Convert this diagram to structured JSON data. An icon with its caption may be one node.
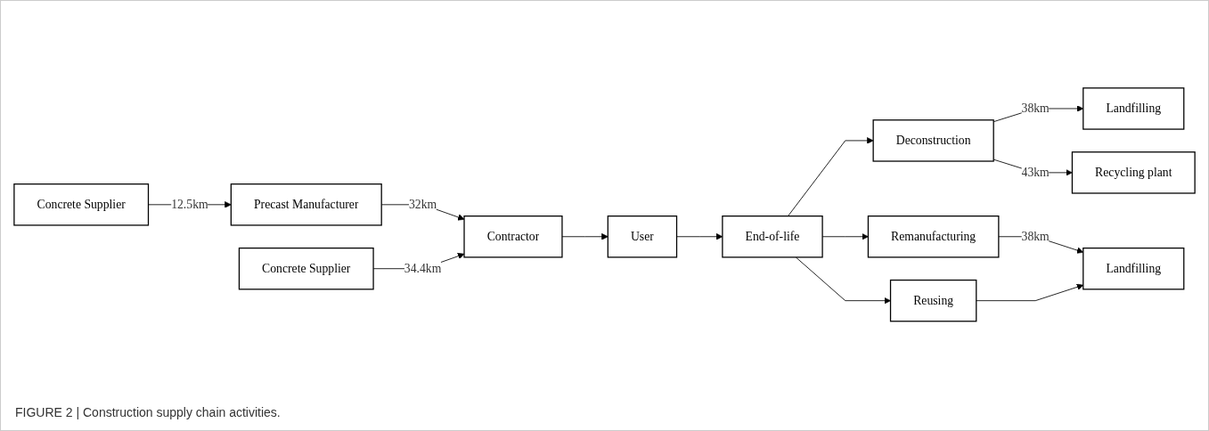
{
  "diagram": {
    "caption": "FIGURE 2 | Construction supply chain activities.",
    "nodes": [
      {
        "text": [
          "Concrete Supplier"
        ]
      },
      {
        "text": [
          "Precast Manufacturer"
        ]
      },
      {
        "text": [
          "Contractor"
        ]
      },
      {
        "text": [
          "Concrete Supplier"
        ]
      },
      {
        "text": [
          "User"
        ]
      },
      {
        "text": [
          "End-of-life"
        ]
      },
      {
        "text": [
          "Deconstruction"
        ]
      },
      {
        "text": [
          "Landfilling"
        ]
      },
      {
        "text": [
          "Recycling plant"
        ]
      },
      {
        "text": [
          "Remanufacturing"
        ]
      },
      {
        "text": [
          "Reusing"
        ]
      },
      {
        "text": [
          "Landfilling"
        ]
      }
    ],
    "edges": [
      {
        "from": 0,
        "to": 1,
        "arrow": "to",
        "label": "12.5km"
      },
      {
        "from": 1,
        "to": 2,
        "arrow": "to",
        "label": "32km"
      },
      {
        "from": 3,
        "to": 2,
        "arrow": "to",
        "label": "34.4km"
      },
      {
        "from": 2,
        "to": 4,
        "arrow": "to"
      },
      {
        "from": 4,
        "to": 5,
        "arrow": "to"
      },
      {
        "from": 5,
        "to": 6,
        "arrow": "to"
      },
      {
        "from": 6,
        "to": 7,
        "arrow": "to",
        "label": "38km"
      },
      {
        "from": 6,
        "to": 8,
        "arrow": "to",
        "label": "43km"
      },
      {
        "from": 5,
        "to": 9,
        "arrow": "to"
      },
      {
        "from": 5,
        "to": 10,
        "arrow": "to"
      },
      {
        "from": 9,
        "to": 11,
        "arrow": "to",
        "label": "38km"
      },
      {
        "from": 10,
        "to": 11,
        "arrow": "to"
      }
    ]
  }
}
